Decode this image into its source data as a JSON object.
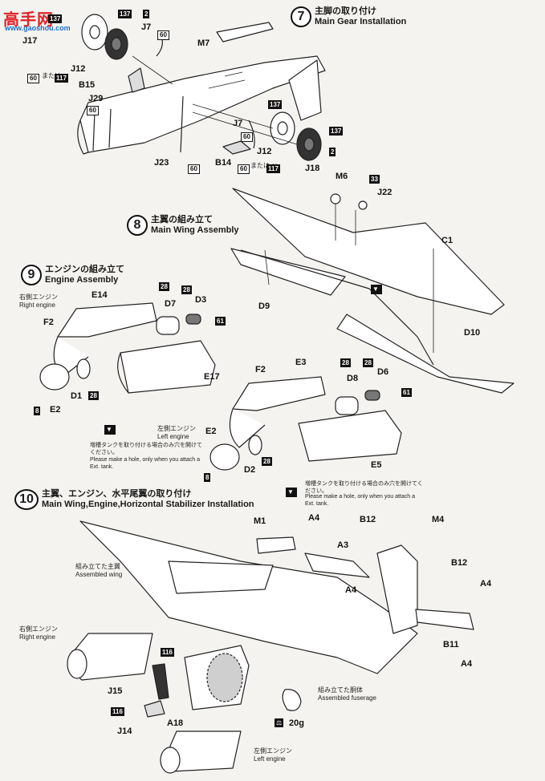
{
  "watermark": {
    "title": "高手网",
    "sub": "www.gaoshou.com"
  },
  "steps": {
    "s7": {
      "num": "7",
      "jp": "主脚の取り付け",
      "en": "Main Gear Installation"
    },
    "s8": {
      "num": "8",
      "jp": "主翼の組み立て",
      "en": "Main Wing Assembly"
    },
    "s9": {
      "num": "9",
      "jp": "エンジンの組み立て",
      "en": "Engine Assembly"
    },
    "s10": {
      "num": "10",
      "jp": "主翼、エンジン、水平尾翼の取り付け",
      "en": "Main Wing,Engine,Horizontal Stabilizer Installation"
    }
  },
  "parts": {
    "j17": "J17",
    "j12a": "J12",
    "j7a": "J7",
    "m7": "M7",
    "b15": "B15",
    "j29": "J29",
    "j7b": "J7",
    "j12b": "J12",
    "j18": "J18",
    "j23": "J23",
    "b14": "B14",
    "m6": "M6",
    "j22": "J22",
    "c1": "C1",
    "d9": "D9",
    "d10": "D10",
    "e14": "E14",
    "f2a": "F2",
    "d7": "D7",
    "d3": "D3",
    "d1": "D1",
    "e2a": "E2",
    "e17": "E17",
    "f2b": "F2",
    "e3": "E3",
    "d8": "D8",
    "d6": "D6",
    "e2b": "E2",
    "d2": "D2",
    "e5": "E5",
    "m1": "M1",
    "a4a": "A4",
    "a3": "A3",
    "a4b": "A4",
    "b12a": "B12",
    "m4": "M4",
    "b12b": "B12",
    "a4c": "A4",
    "b11": "B11",
    "a4d": "A4",
    "j15": "J15",
    "j14": "J14",
    "a18": "A18",
    "weight": "20g"
  },
  "colors": {
    "c137": "137",
    "c2": "2",
    "c60": "60",
    "c117": "117",
    "c33": "33",
    "c28": "28",
    "c61": "61",
    "c8": "8",
    "c116": "116",
    "or": "または or"
  },
  "labels": {
    "right_engine_jp": "右側エンジン",
    "right_engine_en": "Right engine",
    "left_engine_jp": "左側エンジン",
    "left_engine_en": "Left engine",
    "assembled_wing_jp": "組み立てた主翼",
    "assembled_wing_en": "Assembled wing",
    "assembled_fuselage_jp": "組み立てた胴体",
    "assembled_fuselage_en": "Assembled fuserage",
    "exttank_jp": "増槽タンクを取り付ける場合のみ穴を開けてください。",
    "exttank_en": "Please make a hole, only when you attach a Ext. tank."
  }
}
